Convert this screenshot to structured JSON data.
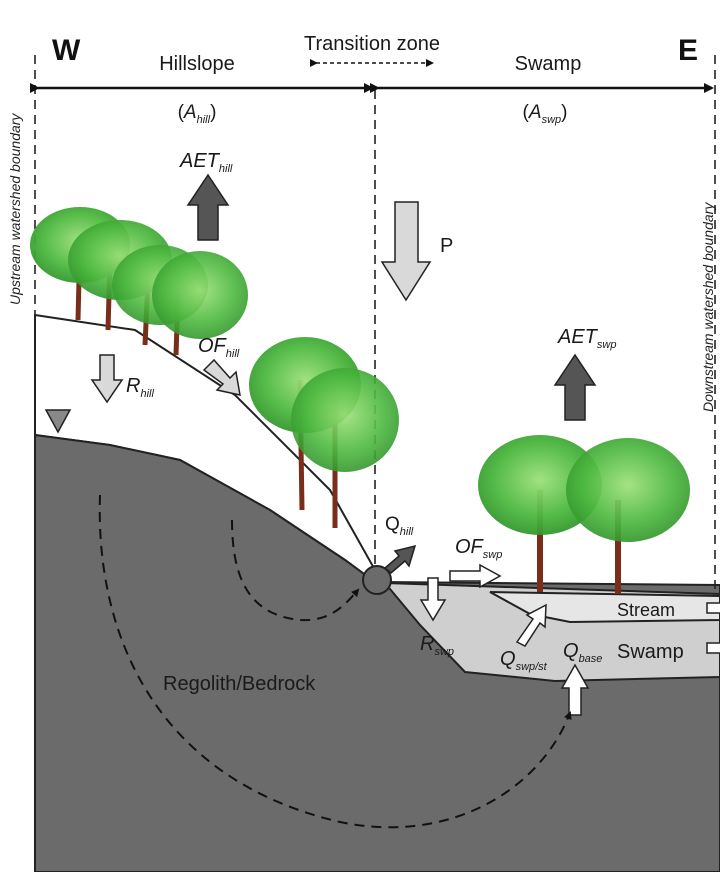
{
  "header": {
    "west": "W",
    "east": "E",
    "hillslope": "Hillslope",
    "transition": "Transition zone",
    "swamp": "Swamp"
  },
  "area": {
    "hill_open": "(",
    "hill_main": "A",
    "hill_sub": "hill",
    "hill_close": ")",
    "swp_open": "(",
    "swp_main": "A",
    "swp_sub": "swp",
    "swp_close": ")"
  },
  "boundaries": {
    "upstream": "Upstream watershed boundary",
    "downstream": "Downstream watershed boundary"
  },
  "fluxes": {
    "aet_hill_main": "AET",
    "aet_hill_sub": "hill",
    "p": "P",
    "aet_swp_main": "AET",
    "aet_swp_sub": "swp",
    "r_hill_main": "R",
    "r_hill_sub": "hill",
    "of_hill_main": "OF",
    "of_hill_sub": "hill",
    "q_hill_main": "Q",
    "q_hill_sub": "hill",
    "of_swp_main": "OF",
    "of_swp_sub": "swp",
    "r_swp_main": "R",
    "r_swp_sub": "swp",
    "q_swpst_main": "Q",
    "q_swpst_sub": "swp/st",
    "q_base_main": "Q",
    "q_base_sub": "base"
  },
  "zones": {
    "stream": "Stream",
    "swamp": "Swamp",
    "bedrock": "Regolith/Bedrock"
  },
  "colors": {
    "bedrock": "#6b6b6b",
    "regolith": "#ffffff",
    "swamp": "#cfcfcf",
    "stream": "#e6e6e6",
    "arrow_dark": "#555555",
    "arrow_light": "#d9d9d9",
    "foliage": "#3fae3a",
    "trunk": "#7a2e1a"
  }
}
